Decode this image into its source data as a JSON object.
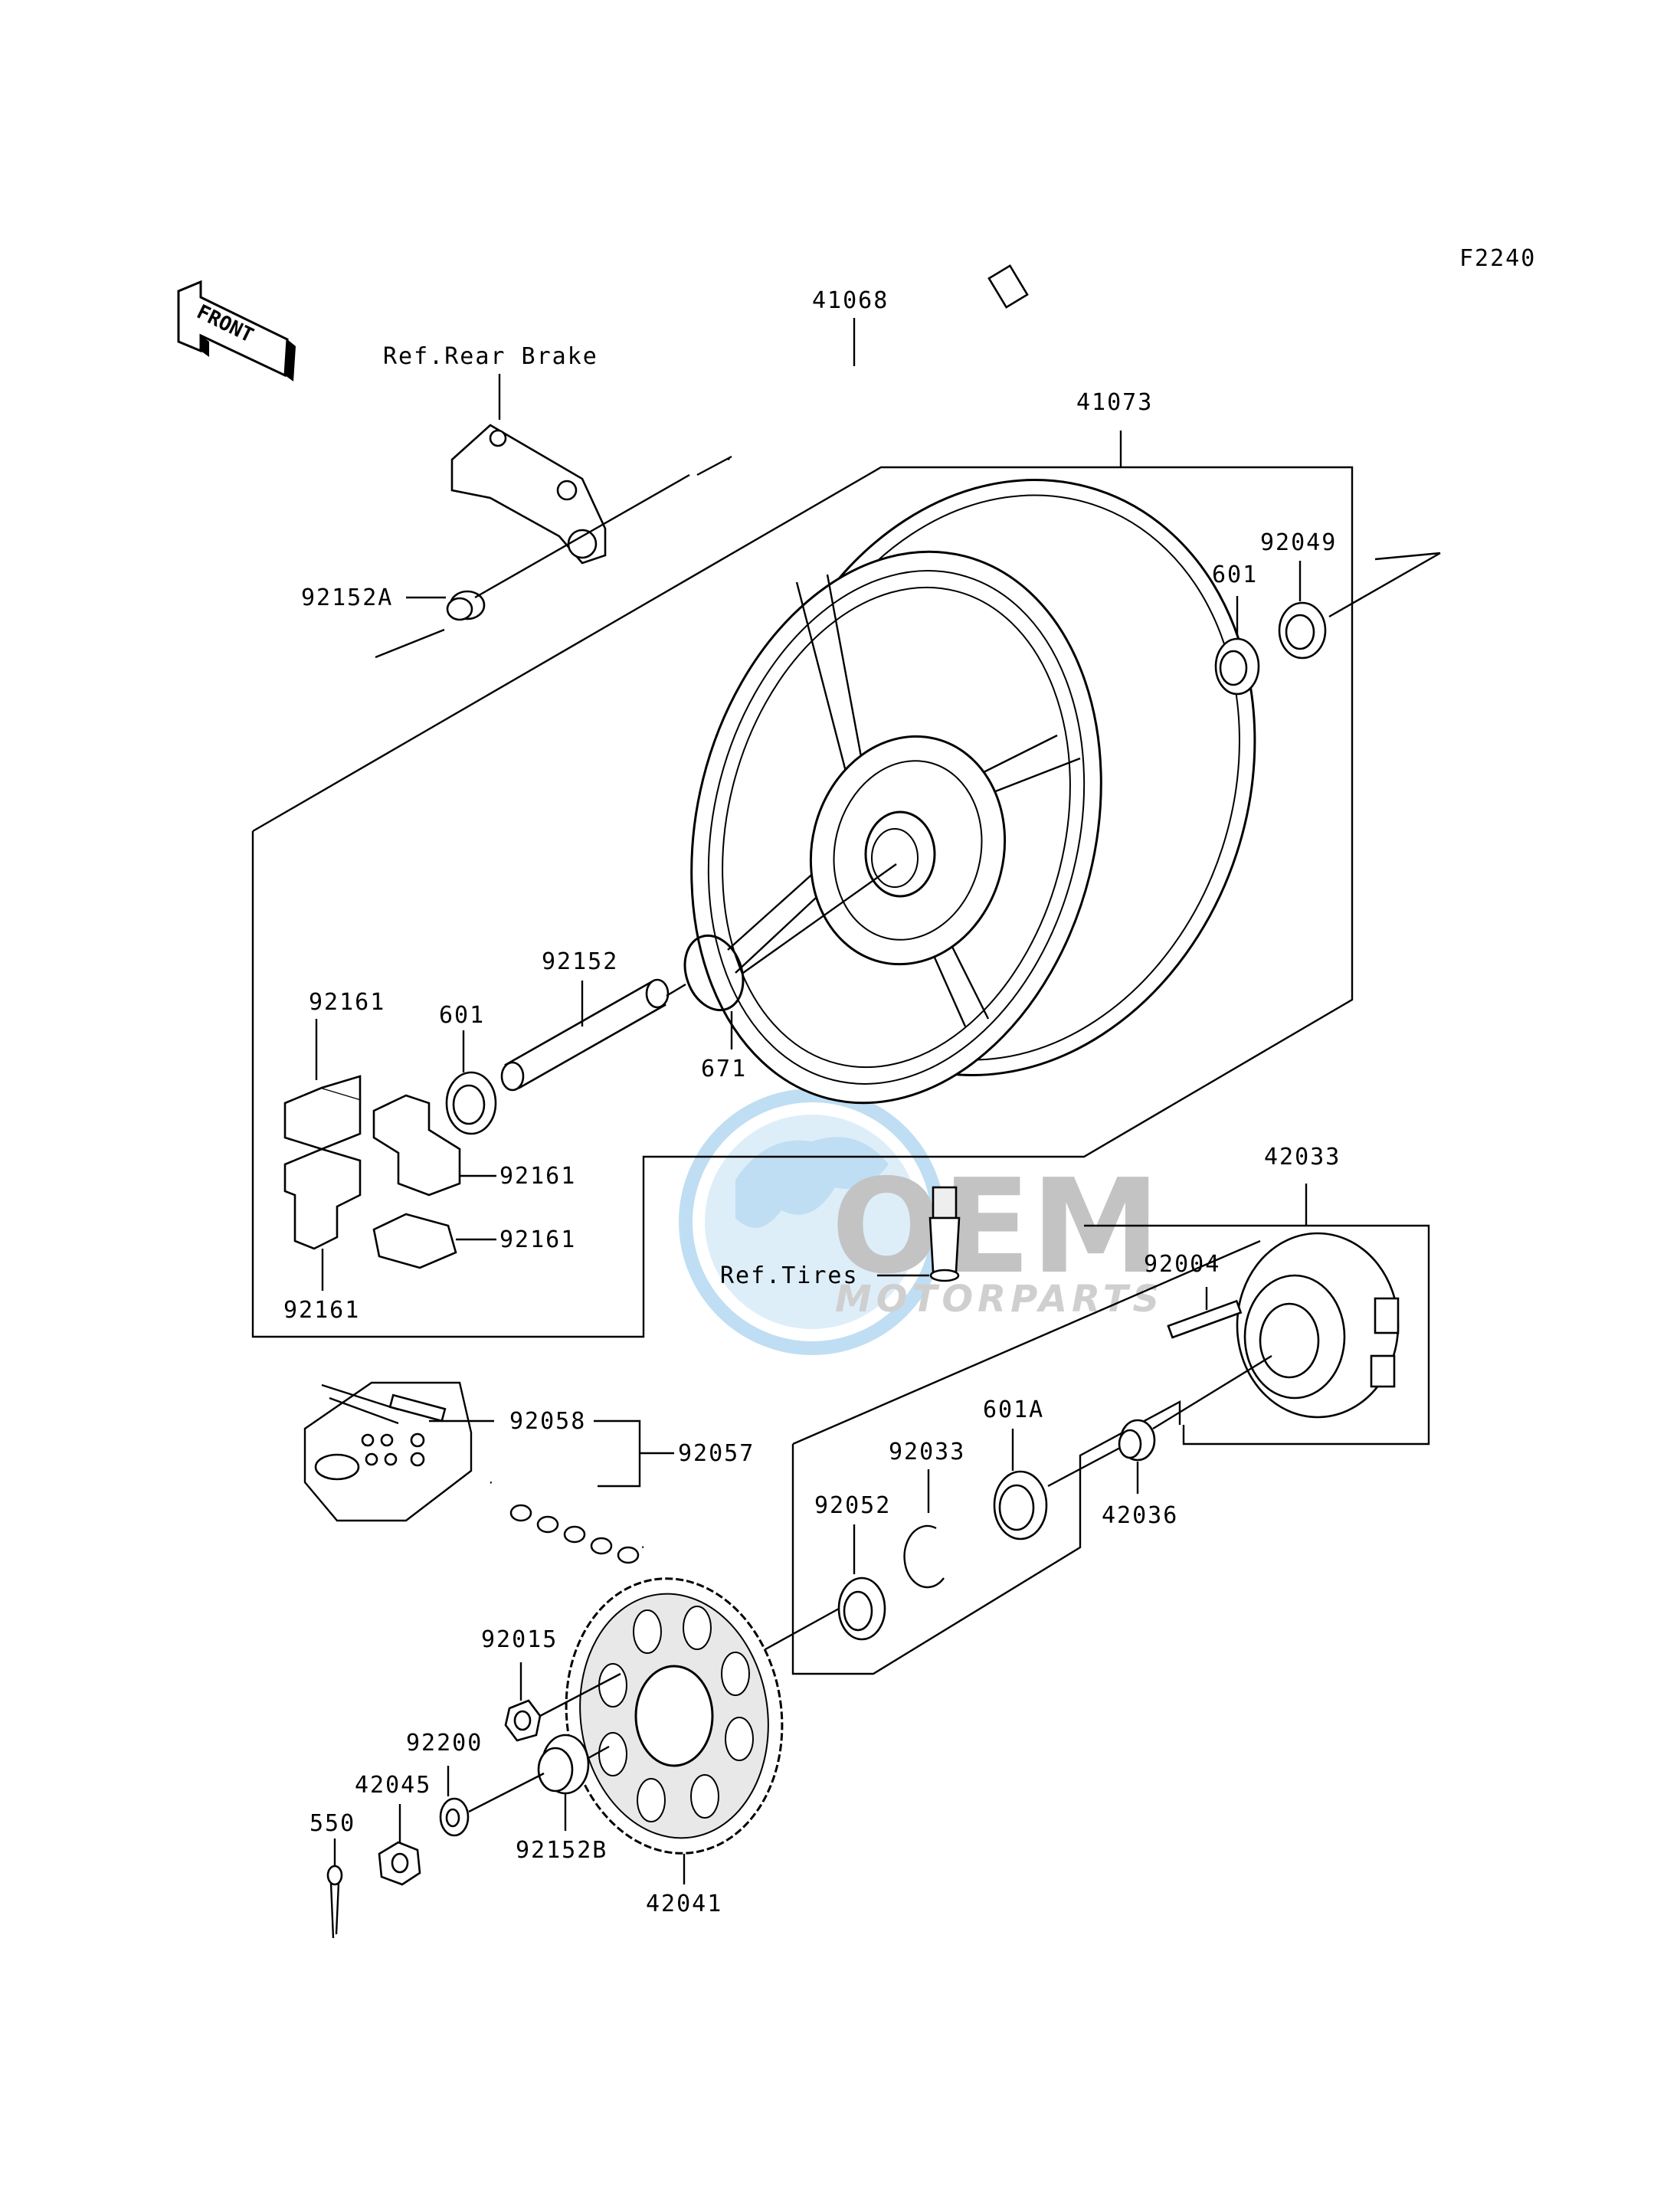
{
  "diagram": {
    "figure_code": "F2240",
    "front_arrow_label": "FRONT",
    "watermark": {
      "brand": "OEM",
      "subtitle": "MOTORPARTS"
    },
    "callouts": {
      "p41068": "41068",
      "ref_rear_brake": "Ref.Rear Brake",
      "p41073": "41073",
      "p92152A": "92152A",
      "p92049": "92049",
      "p601_top": "601",
      "p92152": "92152",
      "p601_left": "601",
      "p92161_a": "92161",
      "p92161_b": "92161",
      "p92161_c": "92161",
      "p92161_d": "92161",
      "p671": "671",
      "ref_tires": "Ref.Tires",
      "p42033": "42033",
      "p92004": "92004",
      "p601A": "601A",
      "p92033": "92033",
      "p92052": "92052",
      "p42036": "42036",
      "p92058": "92058",
      "p92057": "92057",
      "p92015": "92015",
      "p92200": "92200",
      "p42045": "42045",
      "p550": "550",
      "p92152B": "92152B",
      "p42041": "42041"
    }
  }
}
